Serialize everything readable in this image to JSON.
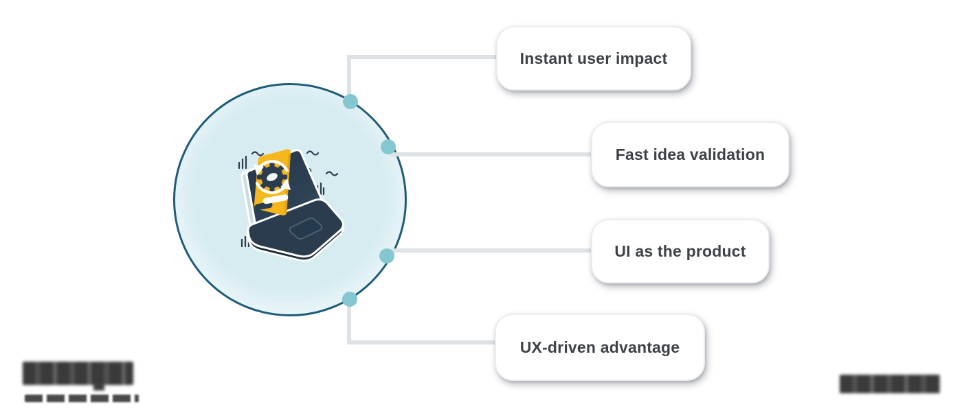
{
  "figure": {
    "type": "radial-feature-diagram",
    "center": {
      "illustration": "laptop-with-gear-sync-card",
      "description": "Dark navy isometric laptop with a yellow card showing a gear and circular sync arrows, inside a light-blue circular badge"
    },
    "labels": [
      {
        "text": "Instant user impact"
      },
      {
        "text": "Fast idea validation"
      },
      {
        "text": "UI as the product"
      },
      {
        "text": "UX-driven advantage"
      }
    ],
    "watermarks": {
      "bottom_left_logo": {
        "legible": false,
        "style": "pixelated"
      },
      "bottom_left_tagline": {
        "legible": false,
        "style": "pixelated"
      },
      "bottom_right_logo": {
        "legible": false,
        "style": "pixelated"
      }
    },
    "colors": {
      "circle_border": "#1e5c7a",
      "circle_fill": "#d7ecf1",
      "connector": "#dce2e6",
      "node_dot": "#85c7d0",
      "laptop_navy": "#2b3c4e",
      "card_yellow": "#f6b71d",
      "label_text": "#3d4249",
      "label_background": "#ffffff"
    }
  }
}
